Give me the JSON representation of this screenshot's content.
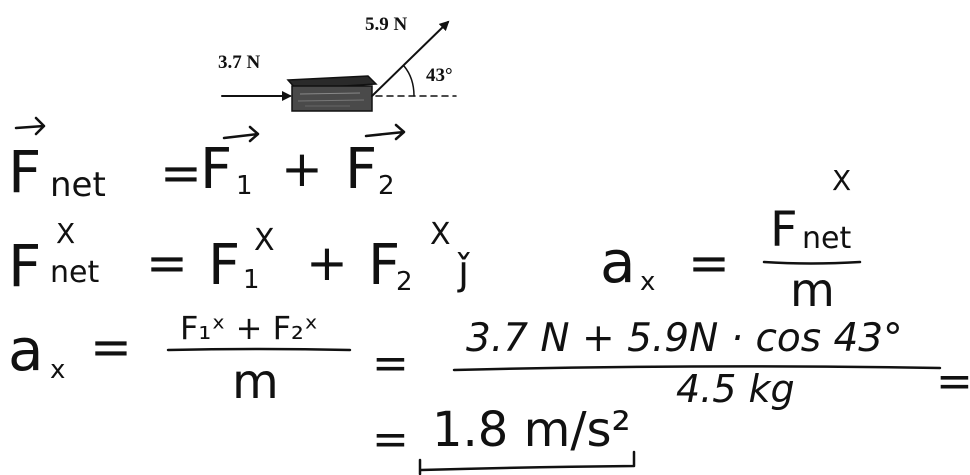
{
  "diagram": {
    "force1_label": "3.7 N",
    "force2_label": "5.9 N",
    "angle_label": "43°"
  },
  "equations": {
    "line1": {
      "lhs": "F",
      "lhs_sub": "net",
      "equals": "=",
      "term1": "F",
      "term1_sub": "1",
      "plus": "+",
      "term2": "F",
      "term2_sub": "2"
    },
    "line2": {
      "lhs": "F",
      "lhs_sub": "net",
      "lhs_sup": "X",
      "equals": "=",
      "term1": "F",
      "term1_sub": "1",
      "term1_sup": "X",
      "plus": "+",
      "term2": "F",
      "term2_sub": "2",
      "term2_sup": "X",
      "connector": "ǰ",
      "ax": "a",
      "ax_sub": "x",
      "ax_equals": "=",
      "num": "F",
      "num_sub": "net",
      "num_sup": "X",
      "den": "m"
    },
    "line3": {
      "ax": "a",
      "ax_sub": "x",
      "equals1": "=",
      "frac1_num": "F₁ˣ + F₂ˣ",
      "frac1_den": "m",
      "equals2": "=",
      "frac2_num": "3.7 N + 5.9N · cos 43°",
      "frac2_den": "4.5 kg",
      "equals3": "="
    },
    "line4": {
      "equals": "=",
      "result": "1.8 m/s²"
    }
  },
  "colors": {
    "ink": "#111111",
    "block_top": "#2a2a2a",
    "block_front": "#4a4a4a",
    "background": "#ffffff"
  }
}
